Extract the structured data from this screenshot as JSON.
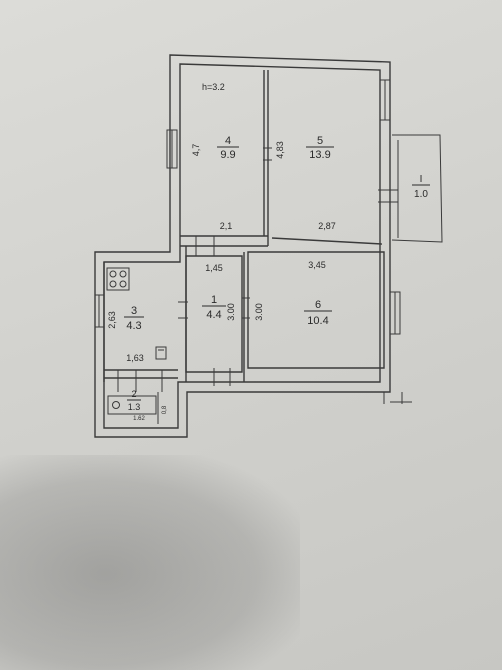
{
  "plan": {
    "ceiling_height": "h=3.2",
    "rooms": [
      {
        "number": "1",
        "area": "4.4"
      },
      {
        "number": "2",
        "area": "1.3"
      },
      {
        "number": "3",
        "area": "4.3"
      },
      {
        "number": "4",
        "area": "9.9"
      },
      {
        "number": "5",
        "area": "13.9"
      },
      {
        "number": "6",
        "area": "10.4"
      },
      {
        "number": "I",
        "area": "1.0"
      }
    ],
    "dimensions": {
      "room4_height": "4,7",
      "room4_width": "2,1",
      "room5_height": "4,83",
      "room5_width": "2,87",
      "room1_width": "1,45",
      "room1_height": "3.00",
      "room6_width": "3,45",
      "room6_height": "3.00",
      "room3_height": "2,63",
      "room3_width": "1,63",
      "room2_width": "1.62",
      "room2_height": "0,8"
    }
  }
}
